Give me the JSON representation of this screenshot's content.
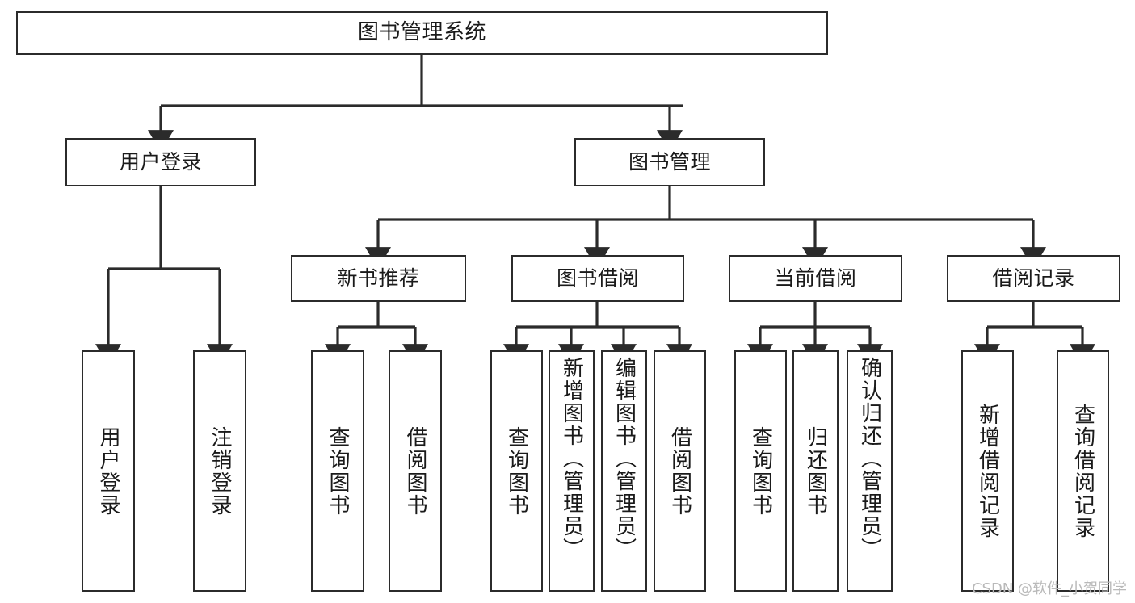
{
  "diagram": {
    "type": "tree-hierarchy-chart",
    "title": "图书管理系统",
    "line_color": "#2b2b2b",
    "box_fill": "#ffffff",
    "text_color": "#1a1a1a",
    "nodes": {
      "root": {
        "label": "图书管理系统"
      },
      "level2": [
        {
          "id": "user-login",
          "label": "用户登录"
        },
        {
          "id": "book-management",
          "label": "图书管理"
        }
      ],
      "level3": [
        {
          "id": "new-book-recommend",
          "label": "新书推荐"
        },
        {
          "id": "book-borrow",
          "label": "图书借阅"
        },
        {
          "id": "current-borrow",
          "label": "当前借阅"
        },
        {
          "id": "borrow-record",
          "label": "借阅记录"
        }
      ],
      "leaves": {
        "user_login": [
          {
            "id": "leaf-user-login",
            "label": "用户登录"
          },
          {
            "id": "leaf-logout",
            "label": "注销登录"
          }
        ],
        "new_book_recommend": [
          {
            "id": "leaf-query-book-1",
            "label": "查询图书"
          },
          {
            "id": "leaf-borrow-book-1",
            "label": "借阅图书"
          }
        ],
        "book_borrow": [
          {
            "id": "leaf-query-book-2",
            "label": "查询图书"
          },
          {
            "id": "leaf-add-book",
            "label": "新增图书（管理员）"
          },
          {
            "id": "leaf-edit-book",
            "label": "编辑图书（管理员）"
          },
          {
            "id": "leaf-borrow-book-2",
            "label": "借阅图书"
          }
        ],
        "current_borrow": [
          {
            "id": "leaf-query-book-3",
            "label": "查询图书"
          },
          {
            "id": "leaf-return-book",
            "label": "归还图书"
          },
          {
            "id": "leaf-confirm-return",
            "label": "确认归还（管理员）"
          }
        ],
        "borrow_record": [
          {
            "id": "leaf-add-record",
            "label": "新增借阅记录"
          },
          {
            "id": "leaf-query-record",
            "label": "查询借阅记录"
          }
        ]
      }
    }
  },
  "watermark": {
    "text": "CSDN @软件_小贺同学"
  }
}
